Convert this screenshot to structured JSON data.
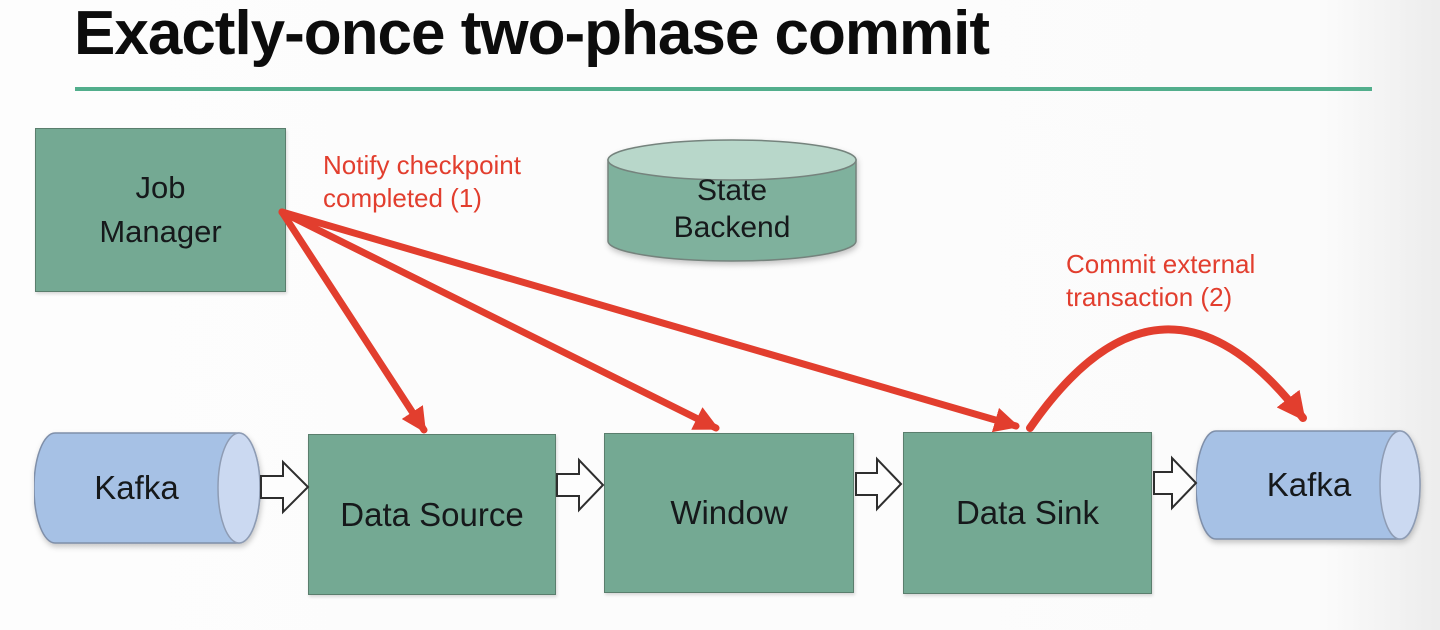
{
  "slide": {
    "title": "Exactly-once two-phase commit"
  },
  "palette": {
    "teal-line": "#52ae8c",
    "box-green": "#74a993",
    "box-border": "#5a7e6d",
    "cyl-green": "#7fb19d",
    "cyl-green-top": "#b8d7ca",
    "kafka-blue": "#a6c1e5",
    "kafka-cap": "#cbd9f1",
    "red": "#e23e2e",
    "ink": "#16191b"
  },
  "nodes": {
    "job_manager": {
      "label": "Job\nManager"
    },
    "state_backend": {
      "label": "State\nBackend"
    },
    "kafka_left": {
      "label": "Kafka"
    },
    "data_source": {
      "label": "Data Source"
    },
    "window": {
      "label": "Window"
    },
    "data_sink": {
      "label": "Data Sink"
    },
    "kafka_right": {
      "label": "Kafka"
    }
  },
  "annotations": {
    "notify_checkpoint": {
      "text": "Notify checkpoint\ncompleted (1)"
    },
    "commit_external": {
      "text": "Commit external\ntransaction (2)"
    }
  }
}
